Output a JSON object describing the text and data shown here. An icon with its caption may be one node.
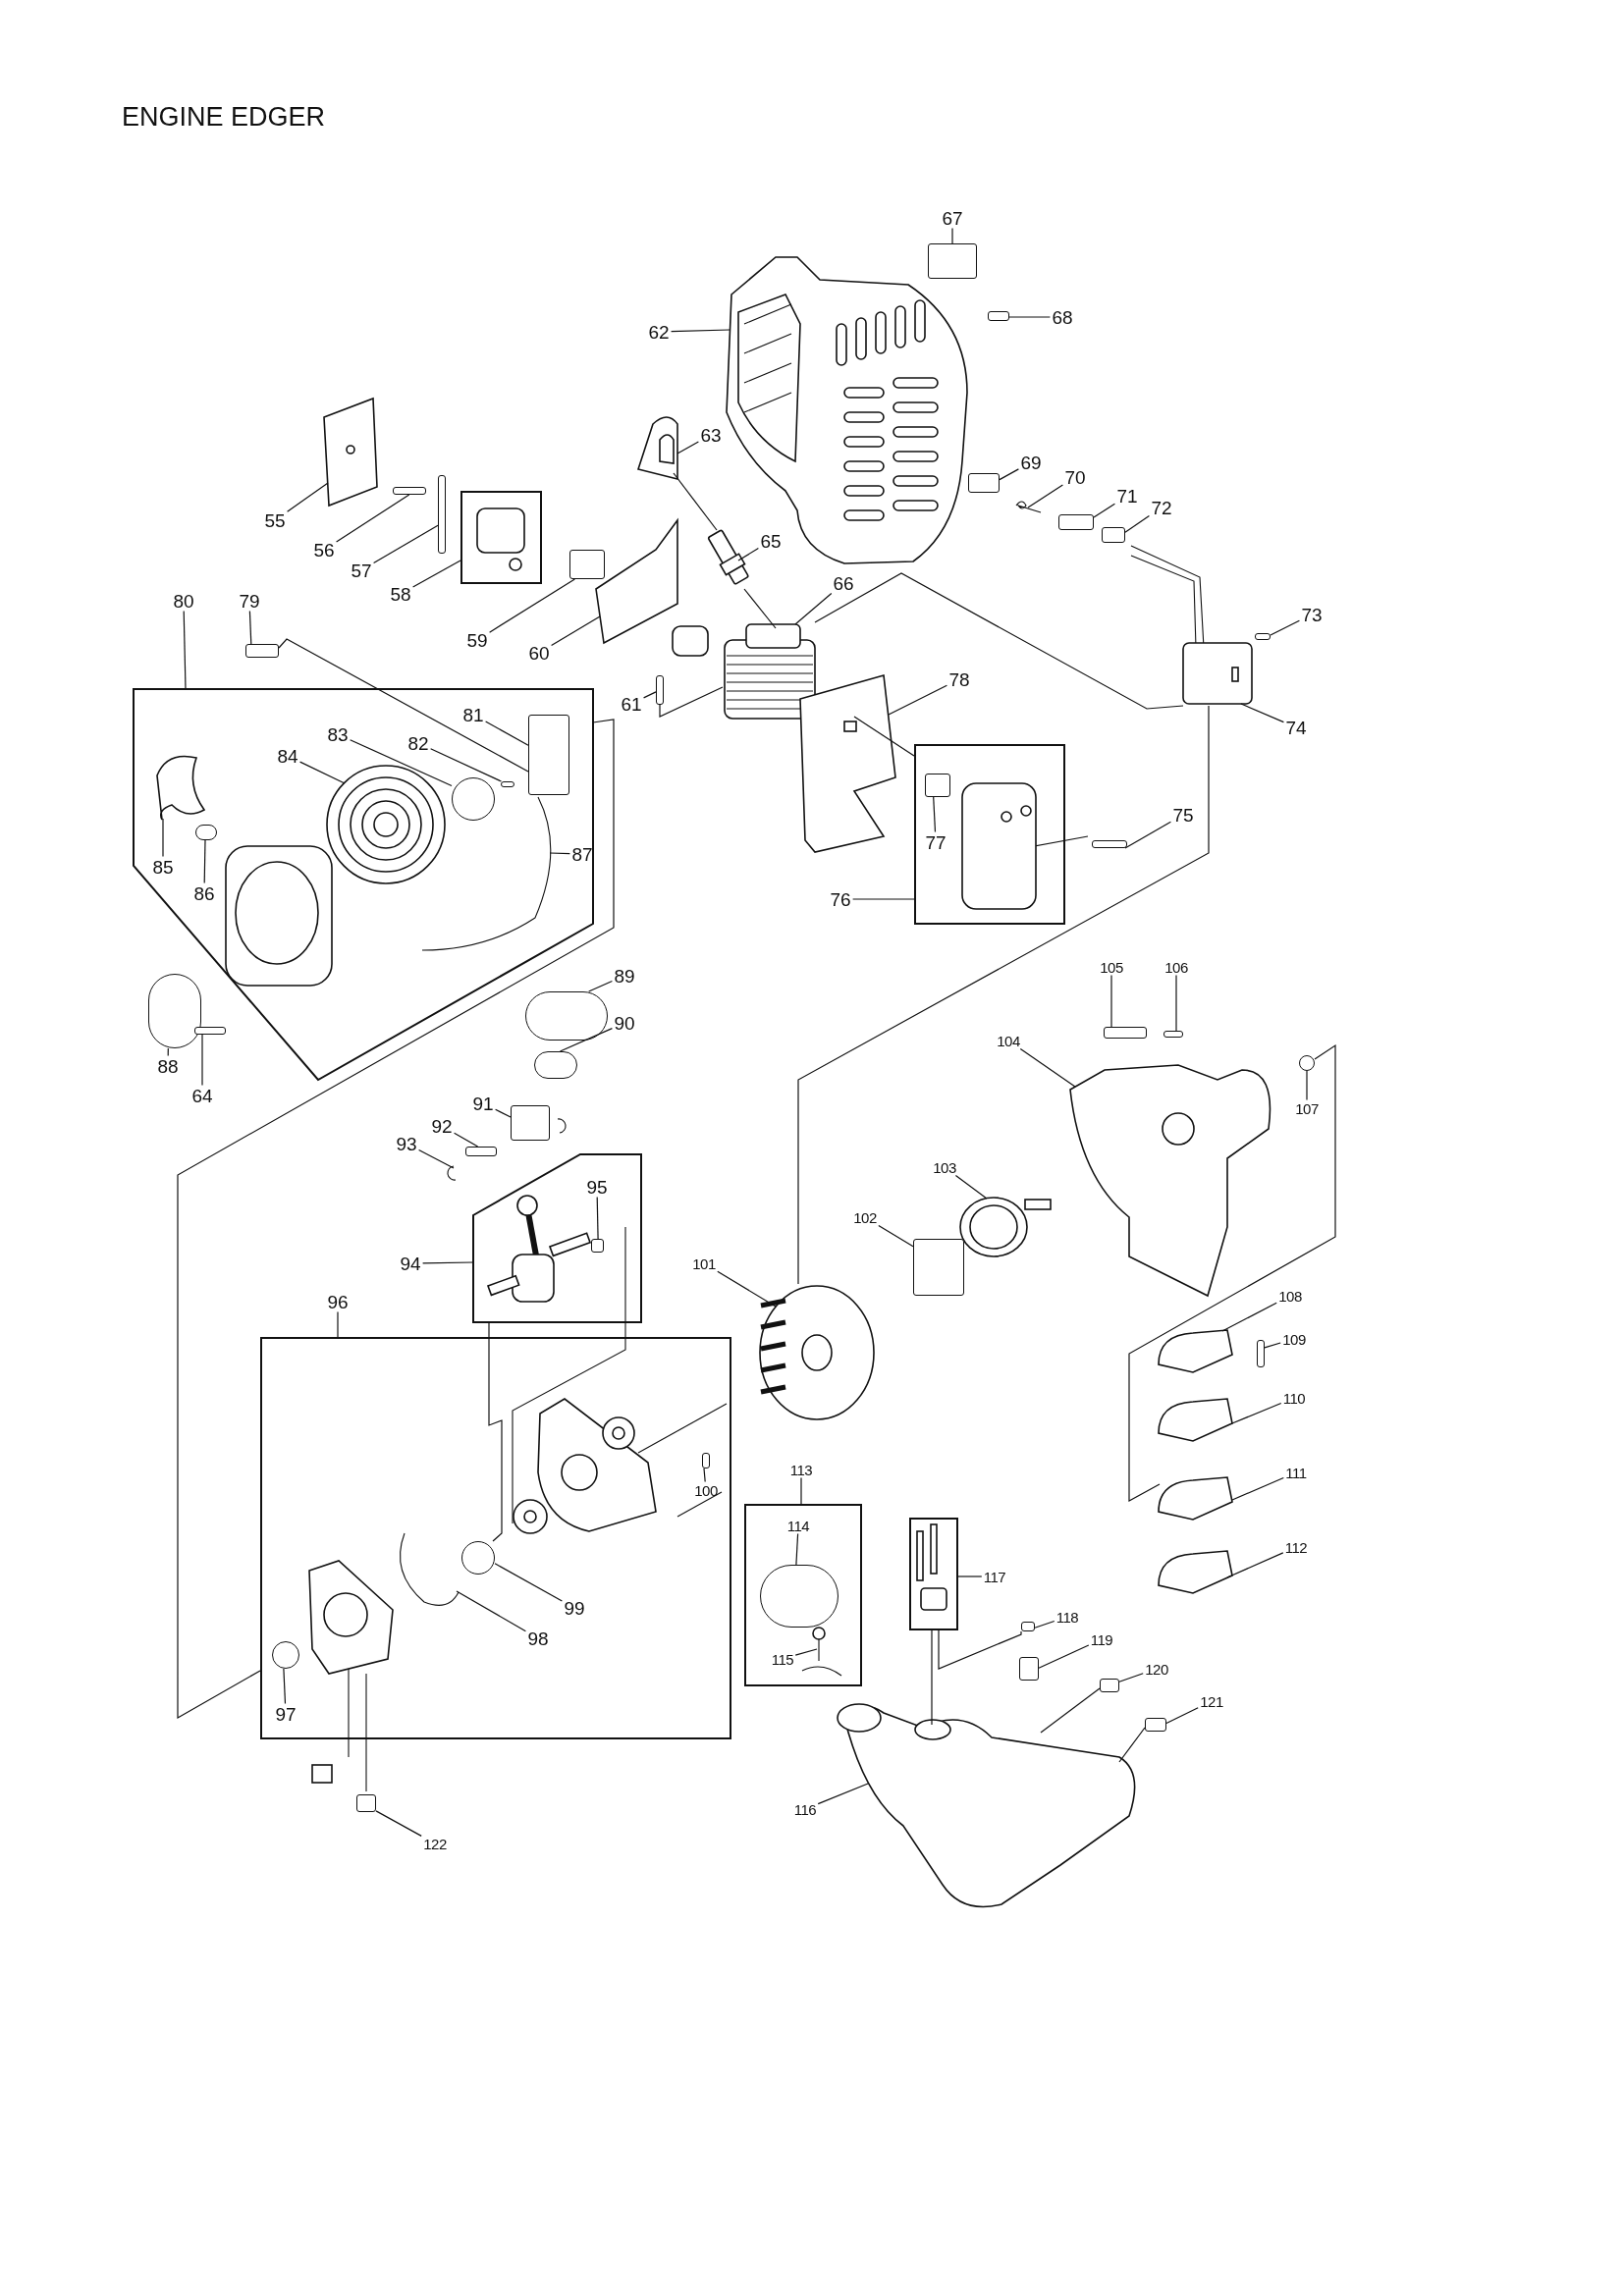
{
  "diagram": {
    "title": "ENGINE EDGER",
    "nodes": [
      {
        "text": [
          "67"
        ]
      },
      {
        "text": [
          "62"
        ]
      },
      {
        "text": [
          "68"
        ]
      },
      {
        "text": [
          "63"
        ]
      },
      {
        "text": [
          "69"
        ]
      },
      {
        "text": [
          "70"
        ]
      },
      {
        "text": [
          "71"
        ]
      },
      {
        "text": [
          "72"
        ]
      },
      {
        "text": [
          "55"
        ]
      },
      {
        "text": [
          "65"
        ]
      },
      {
        "text": [
          "56"
        ]
      },
      {
        "text": [
          "57"
        ]
      },
      {
        "text": [
          "58"
        ]
      },
      {
        "text": [],
        "shape": "box"
      },
      {
        "text": [
          "66"
        ]
      },
      {
        "text": [
          "80"
        ]
      },
      {
        "text": [
          "79"
        ]
      },
      {
        "text": [
          "73"
        ]
      },
      {
        "text": [
          "59"
        ]
      },
      {
        "text": [
          "60"
        ]
      },
      {
        "text": [
          "61"
        ]
      },
      {
        "text": [
          "74"
        ]
      },
      {
        "text": [
          "78"
        ]
      },
      {
        "text": [],
        "shape": "box"
      },
      {
        "text": [
          "81"
        ],
        "in": 23
      },
      {
        "text": [
          "83"
        ],
        "in": 23
      },
      {
        "text": [
          "82"
        ],
        "in": 23
      },
      {
        "text": [
          "84"
        ],
        "in": 23
      },
      {
        "text": [
          "85"
        ],
        "in": 23
      },
      {
        "text": [
          "86"
        ],
        "in": 23
      },
      {
        "text": [
          "87"
        ],
        "in": 23
      },
      {
        "text": [],
        "shape": "box"
      },
      {
        "text": [
          "77"
        ],
        "in": 31
      },
      {
        "text": [
          "75"
        ]
      },
      {
        "text": [
          "76"
        ]
      },
      {
        "text": [
          "88"
        ]
      },
      {
        "text": [
          "64"
        ]
      },
      {
        "text": [
          "89"
        ]
      },
      {
        "text": [
          "90"
        ]
      },
      {
        "text": [
          "105"
        ]
      },
      {
        "text": [
          "106"
        ]
      },
      {
        "text": [
          "104"
        ]
      },
      {
        "text": [
          "107"
        ]
      },
      {
        "text": [
          "91"
        ]
      },
      {
        "text": [
          "92"
        ]
      },
      {
        "text": [
          "93"
        ]
      },
      {
        "text": [],
        "shape": "box"
      },
      {
        "text": [
          "95"
        ],
        "in": 46
      },
      {
        "text": [
          "94"
        ]
      },
      {
        "text": [
          "103"
        ]
      },
      {
        "text": [
          "102"
        ]
      },
      {
        "text": [
          "101"
        ]
      },
      {
        "text": [
          "96"
        ]
      },
      {
        "text": [],
        "shape": "box"
      },
      {
        "text": [
          "100"
        ],
        "in": 53
      },
      {
        "text": [
          "99"
        ],
        "in": 53
      },
      {
        "text": [
          "98"
        ],
        "in": 53
      },
      {
        "text": [
          "97"
        ],
        "in": 53
      },
      {
        "text": [
          "108"
        ]
      },
      {
        "text": [
          "109"
        ]
      },
      {
        "text": [
          "110"
        ]
      },
      {
        "text": [
          "111"
        ]
      },
      {
        "text": [
          "112"
        ]
      },
      {
        "text": [
          "113"
        ]
      },
      {
        "text": [],
        "shape": "box"
      },
      {
        "text": [
          "114"
        ],
        "in": 64
      },
      {
        "text": [
          "115"
        ],
        "in": 64
      },
      {
        "text": [],
        "shape": "box"
      },
      {
        "text": [
          "117"
        ]
      },
      {
        "text": [
          "118"
        ]
      },
      {
        "text": [
          "119"
        ]
      },
      {
        "text": [
          "120"
        ]
      },
      {
        "text": [
          "121"
        ]
      },
      {
        "text": [
          "116"
        ]
      },
      {
        "text": [
          "122"
        ]
      },
      {
        "text": [],
        "shape": "box"
      },
      {
        "text": [],
        "shape": "picture"
      },
      {
        "text": [],
        "shape": "box"
      },
      {
        "text": [],
        "shape": "picture"
      },
      {
        "text": [],
        "shape": "box"
      },
      {
        "text": [],
        "shape": "picture"
      },
      {
        "text": [],
        "shape": "box"
      },
      {
        "text": [],
        "shape": "box"
      },
      {
        "text": [],
        "shape": "picture"
      },
      {
        "text": [],
        "shape": "picture"
      },
      {
        "text": [],
        "shape": "box"
      },
      {
        "text": [],
        "shape": "box"
      },
      {
        "text": [],
        "shape": "picture"
      },
      {
        "text": [],
        "shape": "box"
      },
      {
        "text": [],
        "shape": "box"
      },
      {
        "text": [],
        "shape": "box"
      },
      {
        "text": [],
        "shape": "picture"
      },
      {
        "text": [],
        "shape": "box"
      },
      {
        "text": [],
        "shape": "picture"
      },
      {
        "text": [],
        "shape": "picture"
      },
      {
        "text": [],
        "shape": "box",
        "in": 23
      },
      {
        "text": [],
        "shape": "circle",
        "in": 23
      },
      {
        "text": [],
        "shape": "box",
        "in": 23
      },
      {
        "text": [],
        "shape": "picture",
        "in": 23
      },
      {
        "text": [],
        "shape": "picture",
        "in": 23
      },
      {
        "text": [],
        "shape": "circle",
        "in": 23
      },
      {
        "text": [],
        "shape": "picture",
        "in": 23
      },
      {
        "text": [],
        "shape": "box",
        "in": 31
      },
      {
        "text": [],
        "shape": "box"
      },
      {
        "text": [],
        "shape": "circle"
      },
      {
        "text": [],
        "shape": "box"
      },
      {
        "text": [],
        "shape": "circle"
      },
      {
        "text": [],
        "shape": "circle"
      },
      {
        "text": [],
        "shape": "box"
      },
      {
        "text": [],
        "shape": "box"
      },
      {
        "text": [],
        "shape": "picture"
      },
      {
        "text": [],
        "shape": "circle"
      },
      {
        "text": [],
        "shape": "box"
      },
      {
        "text": [],
        "shape": "box"
      },
      {
        "text": [],
        "shape": "picture"
      },
      {
        "text": [],
        "shape": "box",
        "in": 46
      },
      {
        "text": [],
        "shape": "picture"
      },
      {
        "text": [],
        "shape": "box"
      },
      {
        "text": [],
        "shape": "picture"
      },
      {
        "text": [],
        "shape": "box",
        "in": 53
      },
      {
        "text": [],
        "shape": "circle",
        "in": 53
      },
      {
        "text": [],
        "shape": "picture",
        "in": 53
      },
      {
        "text": [],
        "shape": "circle",
        "in": 53
      },
      {
        "text": [],
        "shape": "picture"
      },
      {
        "text": [],
        "shape": "box"
      },
      {
        "text": [],
        "shape": "picture"
      },
      {
        "text": [],
        "shape": "picture"
      },
      {
        "text": [],
        "shape": "picture"
      },
      {
        "text": [],
        "shape": "circle",
        "in": 64
      },
      {
        "text": [],
        "shape": "picture",
        "in": 64
      },
      {
        "text": [],
        "shape": "box"
      },
      {
        "text": [],
        "shape": "box"
      },
      {
        "text": [],
        "shape": "box"
      },
      {
        "text": [],
        "shape": "box"
      },
      {
        "text": [],
        "shape": "picture"
      },
      {
        "text": [],
        "shape": "box"
      }
    ],
    "edges": [
      {
        "from": 0,
        "to": 75,
        "arrow": "none"
      },
      {
        "from": 1,
        "to": 76,
        "arrow": "none"
      },
      {
        "from": 2,
        "to": 77,
        "arrow": "none"
      },
      {
        "from": 3,
        "to": 78,
        "arrow": "none"
      },
      {
        "from": 4,
        "to": 79,
        "arrow": "none"
      },
      {
        "from": 5,
        "to": 80,
        "arrow": "none"
      },
      {
        "from": 6,
        "to": 81,
        "arrow": "none"
      },
      {
        "from": 7,
        "to": 82,
        "arrow": "none"
      },
      {
        "from": 8,
        "to": 83,
        "arrow": "none"
      },
      {
        "from": 9,
        "to": 84,
        "arrow": "none"
      },
      {
        "from": 10,
        "to": 85,
        "arrow": "none"
      },
      {
        "from": 11,
        "to": 86,
        "arrow": "none"
      },
      {
        "from": 12,
        "to": 13,
        "arrow": "none"
      },
      {
        "from": 14,
        "to": 87,
        "arrow": "none"
      },
      {
        "from": 15,
        "to": 23,
        "arrow": "none"
      },
      {
        "from": 16,
        "to": 88,
        "arrow": "none"
      },
      {
        "from": 17,
        "to": 89,
        "arrow": "none"
      },
      {
        "from": 18,
        "to": 90,
        "arrow": "none"
      },
      {
        "from": 19,
        "to": 91,
        "arrow": "none"
      },
      {
        "from": 20,
        "to": 92,
        "arrow": "none"
      },
      {
        "from": 21,
        "to": 93,
        "arrow": "none"
      },
      {
        "from": 22,
        "to": 94,
        "arrow": "none"
      },
      {
        "from": 24,
        "to": 95,
        "arrow": "none"
      },
      {
        "from": 25,
        "to": 96,
        "arrow": "none"
      },
      {
        "from": 26,
        "to": 97,
        "arrow": "none"
      },
      {
        "from": 27,
        "to": 98,
        "arrow": "none"
      },
      {
        "from": 28,
        "to": 99,
        "arrow": "none"
      },
      {
        "from": 29,
        "to": 100,
        "arrow": "none"
      },
      {
        "from": 30,
        "to": 101,
        "arrow": "none"
      },
      {
        "from": 32,
        "to": 102,
        "arrow": "none"
      },
      {
        "from": 33,
        "to": 103,
        "arrow": "none"
      },
      {
        "from": 34,
        "to": 31,
        "arrow": "none"
      },
      {
        "from": 35,
        "to": 104,
        "arrow": "none"
      },
      {
        "from": 36,
        "to": 105,
        "arrow": "none"
      },
      {
        "from": 37,
        "to": 106,
        "arrow": "none"
      },
      {
        "from": 38,
        "to": 107,
        "arrow": "none"
      },
      {
        "from": 39,
        "to": 108,
        "arrow": "none"
      },
      {
        "from": 40,
        "to": 109,
        "arrow": "none"
      },
      {
        "from": 41,
        "to": 110,
        "arrow": "none"
      },
      {
        "from": 42,
        "to": 111,
        "arrow": "none"
      },
      {
        "from": 43,
        "to": 112,
        "arrow": "none"
      },
      {
        "from": 44,
        "to": 113,
        "arrow": "none"
      },
      {
        "from": 45,
        "to": 114,
        "arrow": "none"
      },
      {
        "from": 47,
        "to": 115,
        "arrow": "none"
      },
      {
        "from": 48,
        "to": 46,
        "arrow": "none"
      },
      {
        "from": 49,
        "to": 116,
        "arrow": "none"
      },
      {
        "from": 50,
        "to": 117,
        "arrow": "none"
      },
      {
        "from": 51,
        "to": 118,
        "arrow": "none"
      },
      {
        "from": 52,
        "to": 53,
        "arrow": "none"
      },
      {
        "from": 54,
        "to": 119,
        "arrow": "none"
      },
      {
        "from": 55,
        "to": 120,
        "arrow": "none"
      },
      {
        "from": 56,
        "to": 121,
        "arrow": "none"
      },
      {
        "from": 57,
        "to": 122,
        "arrow": "none"
      },
      {
        "from": 58,
        "to": 123,
        "arrow": "none"
      },
      {
        "from": 59,
        "to": 124,
        "arrow": "none"
      },
      {
        "from": 60,
        "to": 125,
        "arrow": "none"
      },
      {
        "from": 61,
        "to": 126,
        "arrow": "none"
      },
      {
        "from": 62,
        "to": 127,
        "arrow": "none"
      },
      {
        "from": 63,
        "to": 64,
        "arrow": "none"
      },
      {
        "from": 65,
        "to": 128,
        "arrow": "none"
      },
      {
        "from": 66,
        "to": 129,
        "arrow": "none"
      },
      {
        "from": 68,
        "to": 67,
        "arrow": "none"
      },
      {
        "from": 69,
        "to": 130,
        "arrow": "none"
      },
      {
        "from": 70,
        "to": 131,
        "arrow": "none"
      },
      {
        "from": 71,
        "to": 132,
        "arrow": "none"
      },
      {
        "from": 72,
        "to": 133,
        "arrow": "none"
      },
      {
        "from": 73,
        "to": 134,
        "arrow": "none"
      },
      {
        "from": 74,
        "to": 135,
        "arrow": "none"
      },
      {
        "from": 88,
        "to": 95,
        "arrow": "none"
      },
      {
        "from": 23,
        "to": 53,
        "arrow": "none"
      },
      {
        "from": 87,
        "to": 93,
        "arrow": "none"
      },
      {
        "from": 93,
        "to": 118,
        "arrow": "none"
      },
      {
        "from": 111,
        "to": 126,
        "arrow": "none"
      },
      {
        "from": 46,
        "to": 120,
        "arrow": "none"
      },
      {
        "from": 67,
        "to": 134,
        "arrow": "none"
      },
      {
        "from": 87,
        "to": 92,
        "arrow": "none"
      },
      {
        "from": 78,
        "to": 84,
        "arrow": "none"
      },
      {
        "from": 31,
        "to": 94,
        "arrow": "none"
      },
      {
        "from": 84,
        "to": 87,
        "arrow": "none"
      },
      {
        "from": 67,
        "to": 130,
        "arrow": "none"
      },
      {
        "from": 132,
        "to": 134,
        "arrow": "none"
      },
      {
        "from": 133,
        "to": 134,
        "arrow": "none"
      }
    ]
  }
}
